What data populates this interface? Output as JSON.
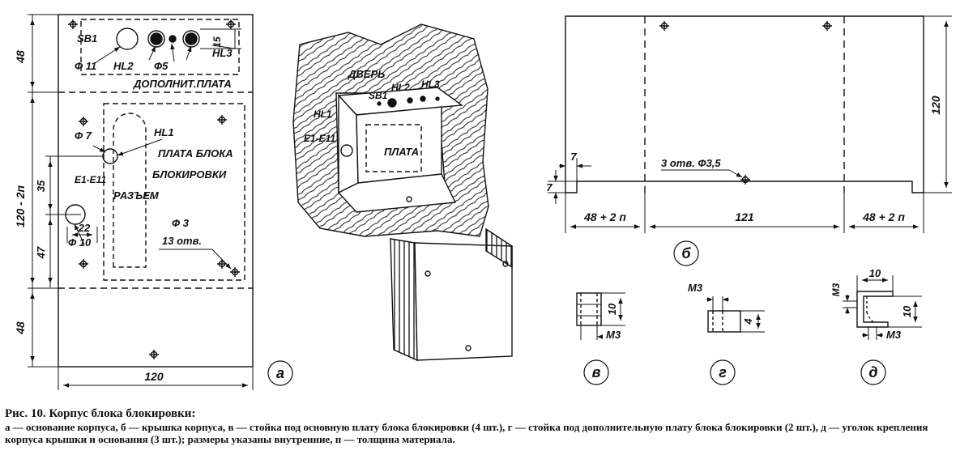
{
  "figure_a": {
    "dims": {
      "top": "48",
      "middle": "120 - 2п",
      "bottom": "48",
      "width": "120",
      "d35": "35",
      "d47": "47",
      "d22": "22",
      "d15": "15"
    },
    "labels": {
      "sb1": "SB1",
      "hl2": "HL2",
      "hl3": "HL3",
      "phi11": "Ф 11",
      "phi5": "Ф5",
      "addboard": "ДОПОЛНИТ.ПЛАТА",
      "phi7": "Ф 7",
      "hl1": "HL1",
      "boardname_1": "ПЛАТА БЛОКА",
      "boardname_2": "БЛОКИРОВКИ",
      "e1e11": "E1-E11",
      "connector": "РАЗЪЕМ",
      "phi10": "Ф 10",
      "phi3": "Ф 3",
      "holes13": "13 отв."
    },
    "marker": "а"
  },
  "figure_3d": {
    "labels": {
      "door": "ДВЕРЬ",
      "sb1": "SB1",
      "hl2": "HL2",
      "hl3": "HL3",
      "hl1": "HL1",
      "e1e11": "E1-E11",
      "board": "ПЛАТА"
    }
  },
  "figure_b": {
    "dims": {
      "height": "120",
      "left": "48 + 2 п",
      "center": "121",
      "right": "48 + 2 п",
      "tab_w": "7",
      "tab_h": "7"
    },
    "holes_note": "3 отв. Ф3,5",
    "marker": "б"
  },
  "figure_v": {
    "dims": {
      "h": "10",
      "thread": "М3"
    },
    "marker": "в"
  },
  "figure_g": {
    "dims": {
      "thread": "М3",
      "h": "4"
    },
    "marker": "г"
  },
  "figure_d": {
    "dims": {
      "w": "10",
      "h": "10",
      "thread_top": "М3",
      "thread_bottom": "М3"
    },
    "marker": "д"
  },
  "caption": {
    "title": "Рис. 10. Корпус блока блокировки:",
    "text": "а — основание корпуса, б — крышка корпуса, в — стойка под основную плату блока блокировки (4 шт.), г — стойка под дополнительную плату блока блокировки (2 шт.), д — уголок крепления корпуса крышки и основания (3 шт.); размеры указаны внутренние, п — толщина материала."
  }
}
